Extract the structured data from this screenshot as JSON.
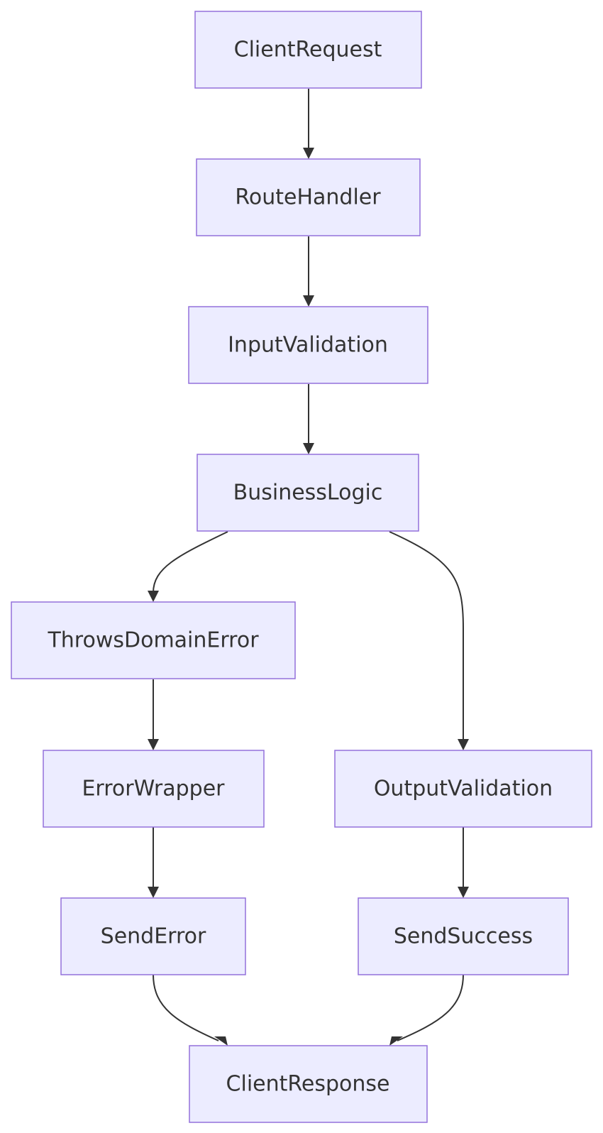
{
  "diagram": {
    "nodes": {
      "client_request": "ClientRequest",
      "route_handler": "RouteHandler",
      "input_validation": "InputValidation",
      "business_logic": "BusinessLogic",
      "throws_domain_error": "ThrowsDomainError",
      "error_wrapper": "ErrorWrapper",
      "output_validation": "OutputValidation",
      "send_error": "SendError",
      "send_success": "SendSuccess",
      "client_response": "ClientResponse"
    },
    "edges": [
      {
        "from": "ClientRequest",
        "to": "RouteHandler"
      },
      {
        "from": "RouteHandler",
        "to": "InputValidation"
      },
      {
        "from": "InputValidation",
        "to": "BusinessLogic"
      },
      {
        "from": "BusinessLogic",
        "to": "ThrowsDomainError"
      },
      {
        "from": "BusinessLogic",
        "to": "OutputValidation"
      },
      {
        "from": "ThrowsDomainError",
        "to": "ErrorWrapper"
      },
      {
        "from": "ErrorWrapper",
        "to": "SendError"
      },
      {
        "from": "OutputValidation",
        "to": "SendSuccess"
      },
      {
        "from": "SendError",
        "to": "ClientResponse"
      },
      {
        "from": "SendSuccess",
        "to": "ClientResponse"
      }
    ],
    "colors": {
      "node_fill": "#ECECFF",
      "node_stroke": "#9370DB",
      "edge": "#333333",
      "text": "#333333"
    }
  }
}
